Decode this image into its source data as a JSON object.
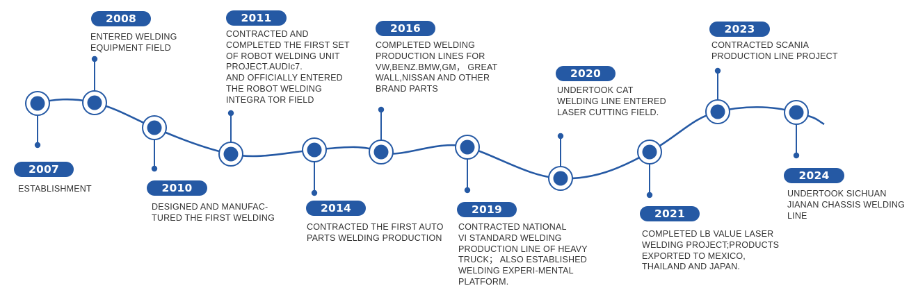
{
  "colors": {
    "primary": "#2559a4",
    "text": "#333333",
    "ring_fill": "#ffffff"
  },
  "events": [
    {
      "year": "2007",
      "lines": [
        "ESTABLISHMENT"
      ]
    },
    {
      "year": "2008",
      "lines": [
        "ENTERED WELDING",
        "EQUIPMENT FIELD"
      ]
    },
    {
      "year": "2010",
      "lines": [
        "DESIGNED AND MANUFAC-",
        "TURED THE FIRST WELDING"
      ]
    },
    {
      "year": "2011",
      "lines": [
        "CONTRACTED AND",
        "COMPLETED THE FIRST SET",
        "OF ROBOT WELDING UNIT",
        "PROJECT.AUDIc7.",
        "AND OFFICIALLY ENTERED",
        "THE ROBOT WELDING",
        "INTEGRA TOR FIELD"
      ]
    },
    {
      "year": "2014",
      "lines": [
        "CONTRACTED THE FIRST AUTO",
        "PARTS WELDING PRODUCTION"
      ]
    },
    {
      "year": "2016",
      "lines": [
        "COMPLETED WELDING",
        "PRODUCTION LINES FOR",
        "VW,BENZ.BMW,GM， GREAT",
        "WALL,NISSAN AND OTHER",
        "BRAND PARTS"
      ]
    },
    {
      "year": "2019",
      "lines": [
        "CONTRACTED NATIONAL",
        "VI STANDARD WELDING",
        "PRODUCTION LINE OF HEAVY",
        "TRUCK； ALSO ESTABLISHED",
        "WELDING EXPERI-MENTAL",
        "PLATFORM."
      ]
    },
    {
      "year": "2020",
      "lines": [
        "UNDERTOOK CAT",
        "WELDING LINE ENTERED",
        "LASER CUTTING FIELD."
      ]
    },
    {
      "year": "2021",
      "lines": [
        "COMPLETED LB VALUE LASER",
        "WELDING PROJECT;PRODUCTS",
        "EXPORTED TO MEXICO,",
        "THAILAND AND JAPAN."
      ]
    },
    {
      "year": "2023",
      "lines": [
        "CONTRACTED SCANIA",
        "PRODUCTION LINE PROJECT"
      ]
    },
    {
      "year": "2024",
      "lines": [
        "UNDERTOOK SICHUAN",
        "JIANAN CHASSIS WELDING",
        "LINE"
      ]
    }
  ]
}
